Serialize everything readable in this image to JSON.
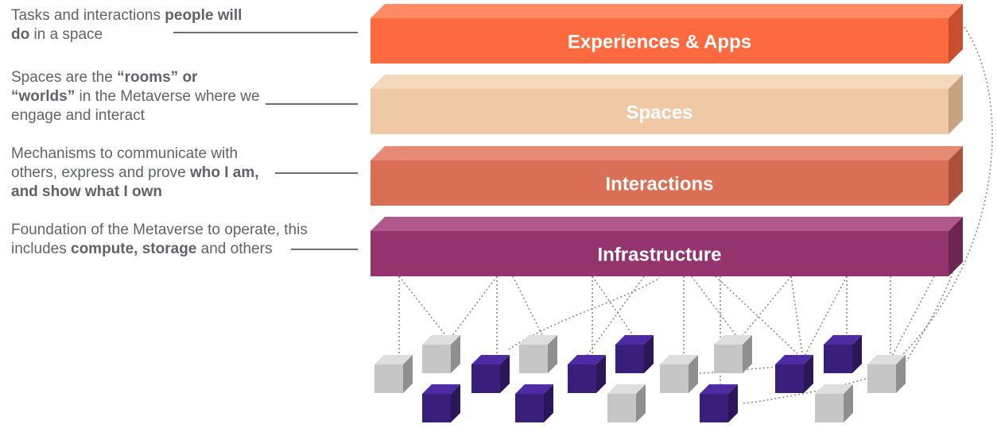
{
  "descriptions": [
    {
      "id": "experiences",
      "parts": [
        {
          "t": "Tasks and interactions ",
          "b": false
        },
        {
          "t": "people will do",
          "b": true
        },
        {
          "t": " in a space",
          "b": false
        }
      ]
    },
    {
      "id": "spaces",
      "parts": [
        {
          "t": "Spaces are the ",
          "b": false
        },
        {
          "t": "“rooms” or “worlds”",
          "b": true
        },
        {
          "t": " in the Metaverse where we engage and interact",
          "b": false
        }
      ]
    },
    {
      "id": "interactions",
      "parts": [
        {
          "t": "Mechanisms to communicate with others, express and prove ",
          "b": false
        },
        {
          "t": "who I am, and show what I own",
          "b": true
        }
      ]
    },
    {
      "id": "infrastructure",
      "parts": [
        {
          "t": "Foundation of the Metaverse to operate, this includes ",
          "b": false
        },
        {
          "t": "compute, storage",
          "b": true
        },
        {
          "t": " and others",
          "b": false
        }
      ]
    }
  ],
  "layers": [
    {
      "label": "Experiences  & Apps",
      "front": "#fe6a3f",
      "top": "#ff8a64",
      "side": "#c84e2c"
    },
    {
      "label": "Spaces",
      "front": "#efc9a5",
      "top": "#f5d8bc",
      "side": "#c9a282"
    },
    {
      "label": "Interactions",
      "front": "#da6f55",
      "top": "#e58b73",
      "side": "#ad513c"
    },
    {
      "label": "Infrastructure",
      "front": "#93346f",
      "top": "#b0578c",
      "side": "#6e2552"
    }
  ],
  "node_colors": {
    "grey": "#c6c6c6",
    "purple": "#3a1f7a"
  }
}
